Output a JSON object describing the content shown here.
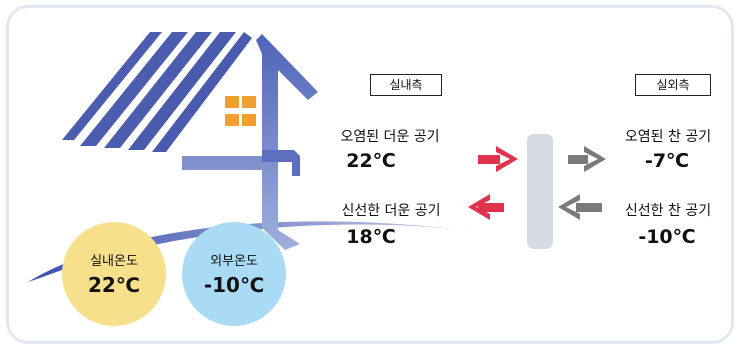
{
  "indoor_tag": "실내측",
  "outdoor_tag": "실외측",
  "flows": [
    {
      "label": "오염된 더운 공기",
      "temp": "22℃"
    },
    {
      "label": "신선한 더운 공기",
      "temp": "18℃"
    },
    {
      "label": "오염된 찬 공기",
      "temp": "-7℃"
    },
    {
      "label": "신선한 찬 공기",
      "temp": "-10℃"
    }
  ],
  "bubbles": [
    {
      "label": "실내온도",
      "temp": "22℃"
    },
    {
      "label": "외부온도",
      "temp": "-10℃"
    }
  ],
  "colors": {
    "arrow_in": "#e0314f",
    "arrow_out": "#7a7a7a",
    "exchanger": "#d8dbe6",
    "indoor_bubble": "#f6e08c",
    "outdoor_bubble": "#a9dcf4",
    "roof_blue": "#4f5fae",
    "window": "#f0a030"
  }
}
